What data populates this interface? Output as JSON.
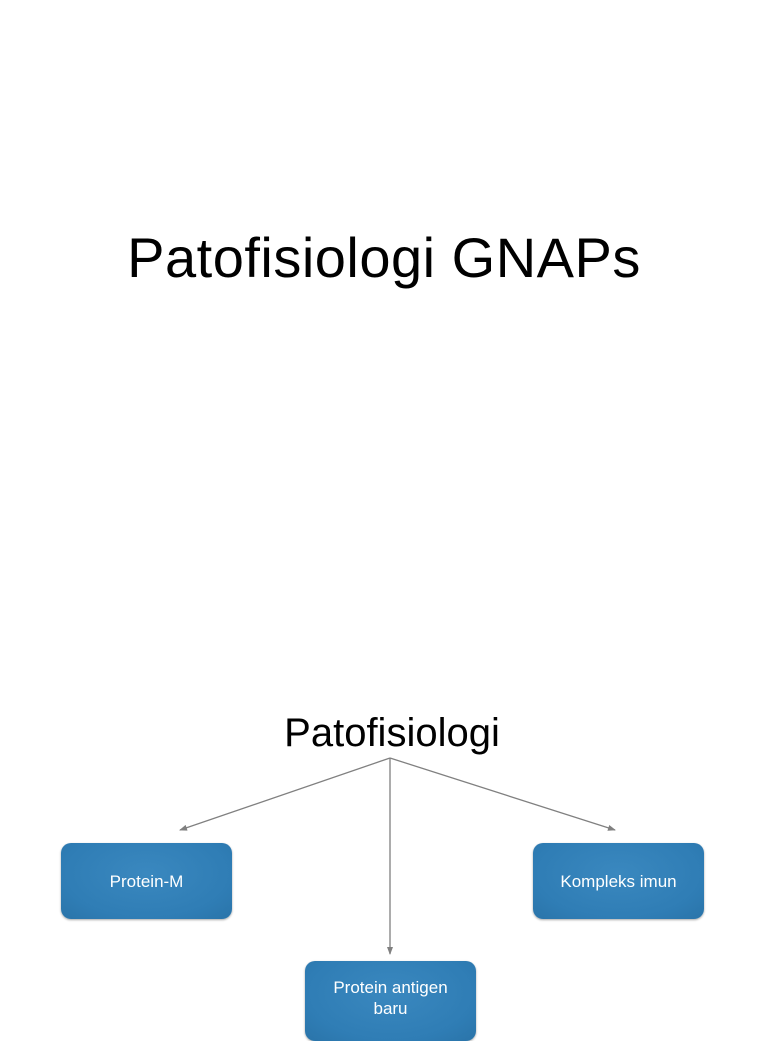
{
  "slide": {
    "title": "Patofisiologi GNAPs"
  },
  "diagram": {
    "root_label": "Patofisiologi",
    "nodes": {
      "left": "Protein-M",
      "right": "Kompleks imun",
      "bottom": "Protein antigen baru"
    },
    "colors": {
      "node_fill": "#2f7db5",
      "node_text": "#ffffff",
      "connector": "#808080"
    }
  }
}
